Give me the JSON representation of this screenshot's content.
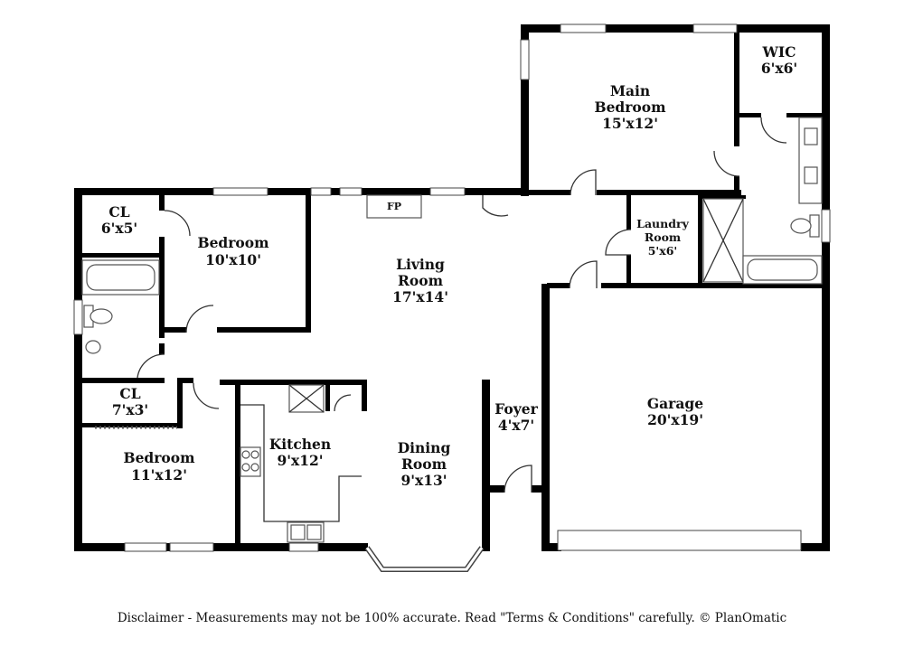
{
  "rooms": {
    "cl_top": {
      "name": "CL",
      "size": "6'x5'"
    },
    "bedroom_nw": {
      "name": "Bedroom",
      "size": "10'x10'"
    },
    "living": {
      "name_1": "Living",
      "name_2": "Room",
      "size": "17'x14'"
    },
    "fireplace": {
      "name": "FP"
    },
    "main_bed": {
      "name_1": "Main",
      "name_2": "Bedroom",
      "size": "15'x12'"
    },
    "wic": {
      "name": "WIC",
      "size": "6'x6'"
    },
    "laundry": {
      "name_1": "Laundry",
      "name_2": "Room",
      "size": "5'x6'"
    },
    "cl_mid": {
      "name": "CL",
      "size": "7'x3'"
    },
    "bedroom_sw": {
      "name": "Bedroom",
      "size": "11'x12'"
    },
    "kitchen": {
      "name": "Kitchen",
      "size": "9'x12'"
    },
    "dining": {
      "name_1": "Dining",
      "name_2": "Room",
      "size": "9'x13'"
    },
    "foyer": {
      "name": "Foyer",
      "size": "4'x7'"
    },
    "garage": {
      "name": "Garage",
      "size": "20'x19'"
    }
  },
  "disclaimer": "Disclaimer - Measurements may not be 100% accurate. Read \"Terms & Conditions\" carefully. © PlanOmatic",
  "colors": {
    "wall": "#000000",
    "background": "#ffffff",
    "fixture": "#555555"
  }
}
